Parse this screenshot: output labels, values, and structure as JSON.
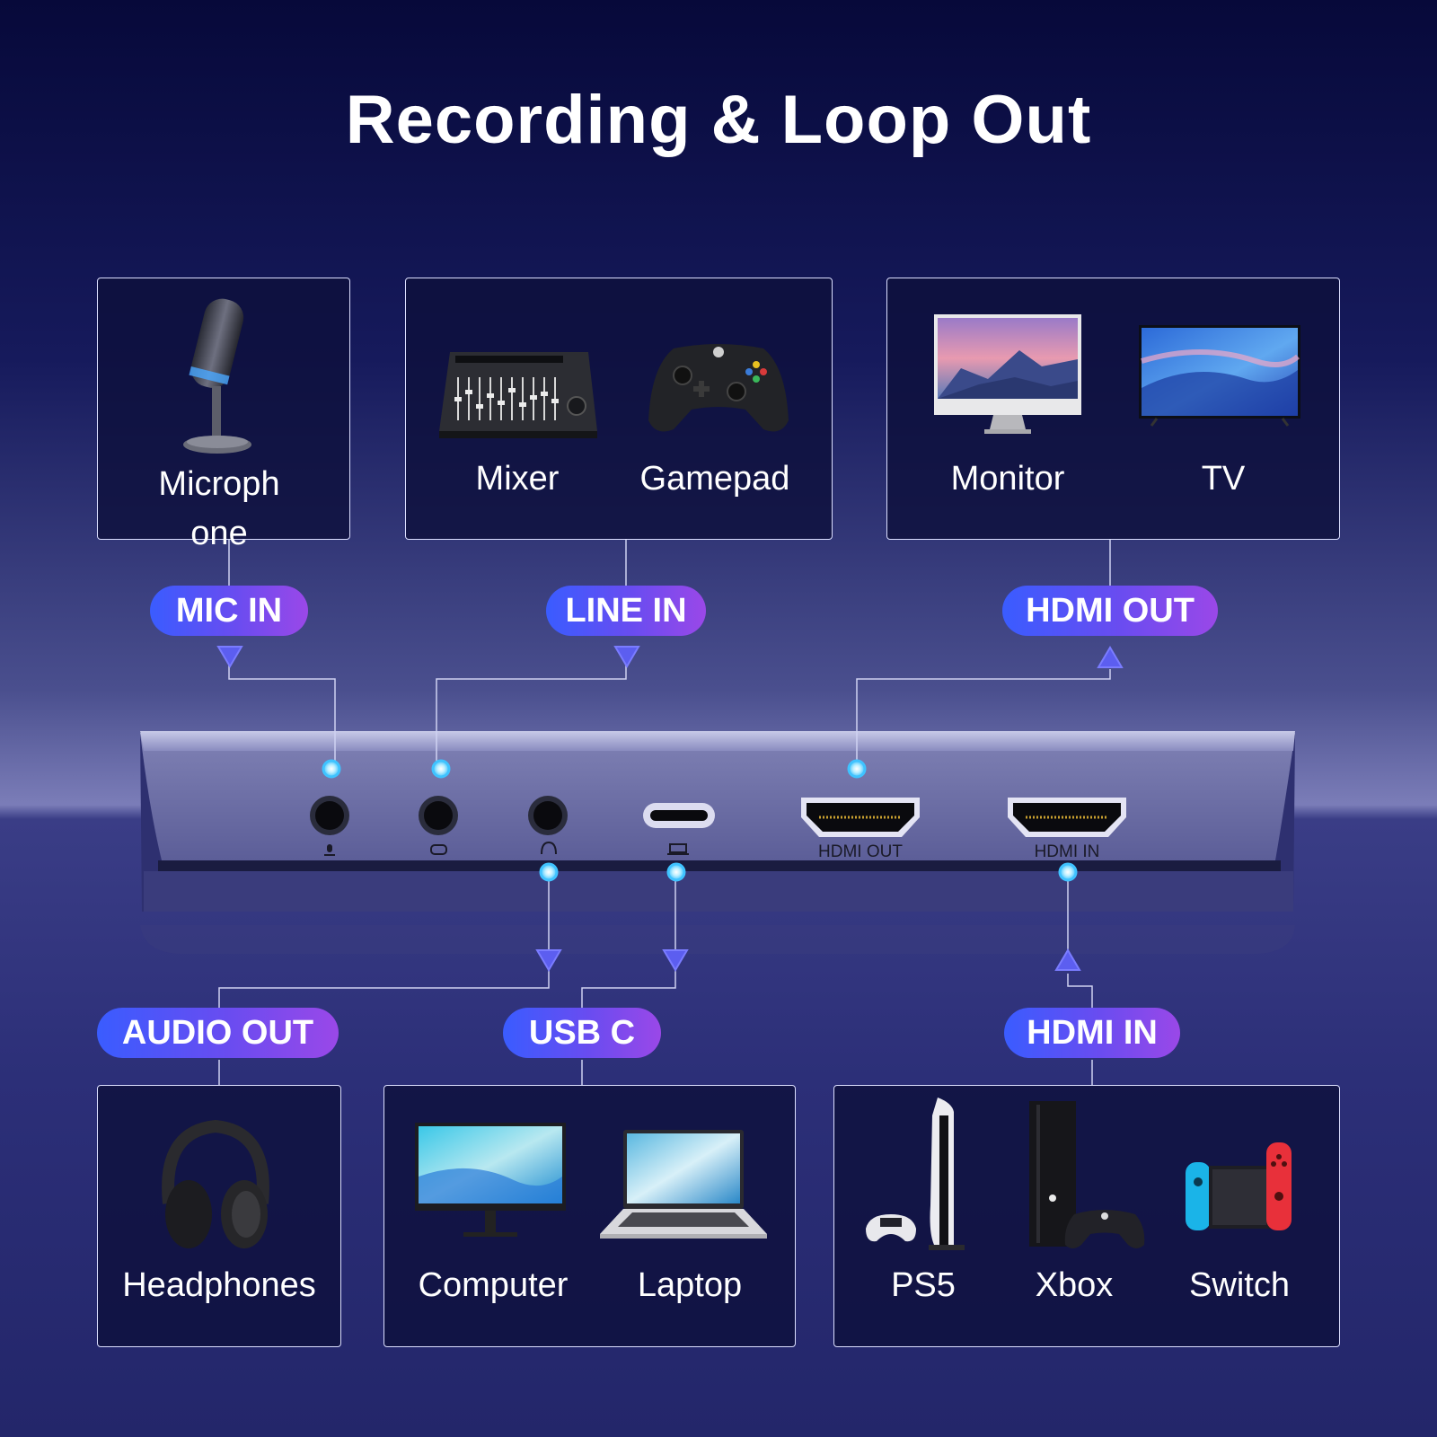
{
  "title": "Recording & Loop Out",
  "top_groups": {
    "mic": {
      "pill": "MIC IN",
      "devices": [
        {
          "label": "Microph one",
          "icon": "microphone-icon"
        }
      ]
    },
    "line": {
      "pill": "LINE IN",
      "devices": [
        {
          "label": "Mixer",
          "icon": "mixer-icon"
        },
        {
          "label": "Gamepad",
          "icon": "gamepad-icon"
        }
      ]
    },
    "hdmi_out": {
      "pill": "HDMI OUT",
      "devices": [
        {
          "label": "Monitor",
          "icon": "monitor-icon"
        },
        {
          "label": "TV",
          "icon": "tv-icon"
        }
      ]
    }
  },
  "bottom_groups": {
    "audio_out": {
      "pill": "AUDIO OUT",
      "devices": [
        {
          "label": "Headphones",
          "icon": "headphones-icon"
        }
      ]
    },
    "usb_c": {
      "pill": "USB C",
      "devices": [
        {
          "label": "Computer",
          "icon": "computer-icon"
        },
        {
          "label": "Laptop",
          "icon": "laptop-icon"
        }
      ]
    },
    "hdmi_in": {
      "pill": "HDMI IN",
      "devices": [
        {
          "label": "PS5",
          "icon": "ps5-icon"
        },
        {
          "label": "Xbox",
          "icon": "xbox-icon"
        },
        {
          "label": "Switch",
          "icon": "switch-icon"
        }
      ]
    }
  },
  "device_ports": {
    "hdmi_out": "HDMI OUT",
    "hdmi_in": "HDMI IN"
  },
  "colors": {
    "pill_start": "#3a5cff",
    "pill_end": "#9a48e8",
    "connector_dot": "#3fc3ff",
    "arrow": "#6a6af8"
  }
}
